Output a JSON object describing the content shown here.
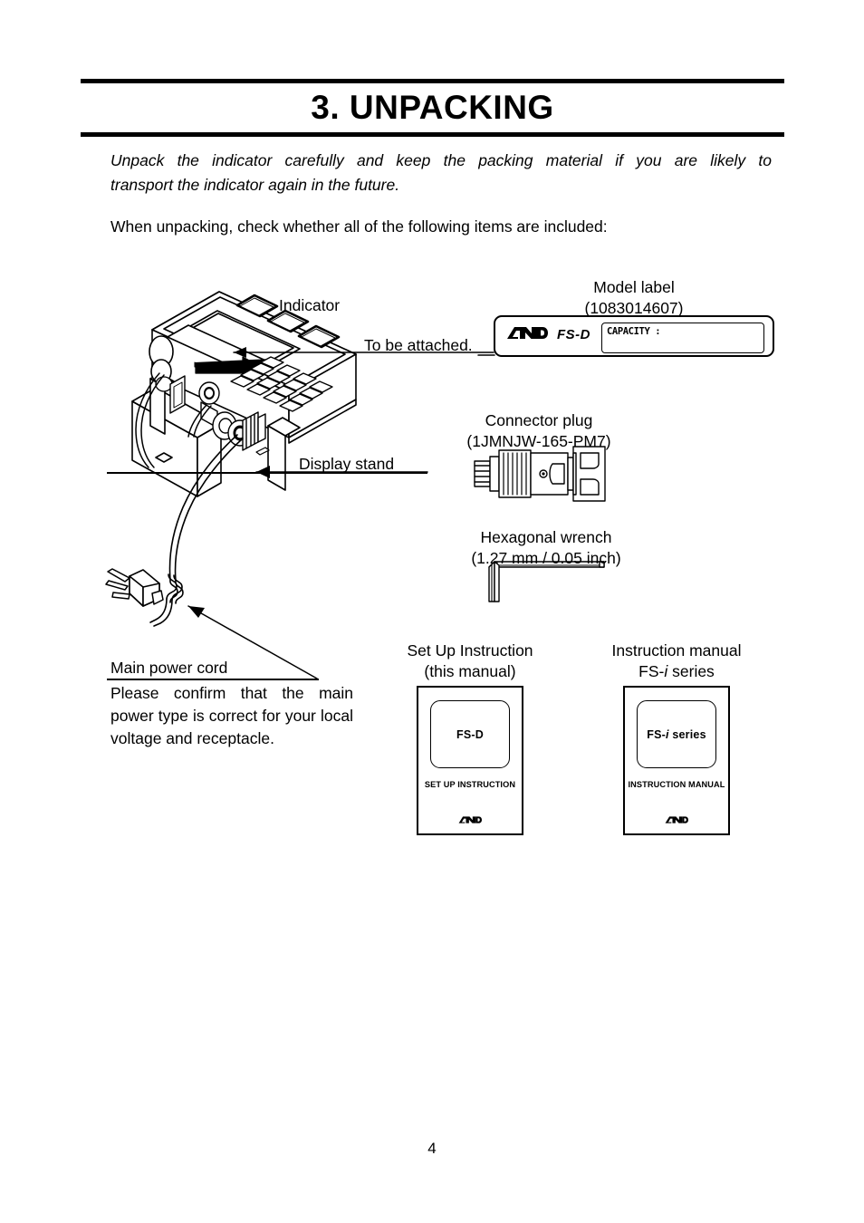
{
  "document": {
    "chapter_title": "3. UNPACKING",
    "page_number": "4",
    "intro_italic_line1": "Unpack the indicator carefully and keep the packing material if you are likely to",
    "intro_italic_line2": "transport the indicator again in the future.",
    "intro_check": "When unpacking, check whether all of the following items are included:"
  },
  "diagram": {
    "indicator_label": "Indicator",
    "to_be_attached_label": "To be attached.",
    "display_stand_label": "Display stand",
    "main_power_cord_label": "Main power cord",
    "model_label_title": "Model label",
    "model_label_partno": "(1083014607)",
    "connector_plug_title": "Connector plug",
    "connector_plug_partno": "(1JMNJW-165-PM7)",
    "hex_wrench_title": "Hexagonal wrench",
    "hex_wrench_size": "(1.27 mm / 0.05 inch)",
    "setup_instruction_title": "Set Up Instruction",
    "setup_instruction_sub": "(this manual)",
    "instruction_manual_title": "Instruction manual",
    "instruction_manual_sub_prefix": "FS-",
    "instruction_manual_sub_italic": "i",
    "instruction_manual_sub_suffix": " series"
  },
  "model_label": {
    "brand": "A&D",
    "model": "FS-D",
    "capacity_field": "CAPACITY :"
  },
  "booklets": [
    {
      "window_text": "FS-D",
      "subtitle": "SET UP INSTRUCTION",
      "brand": "A&D"
    },
    {
      "window_text_prefix": "FS-",
      "window_text_italic": "i",
      "window_text_suffix": " series",
      "subtitle": "INSTRUCTION MANUAL",
      "brand": "A&D"
    }
  ],
  "note": {
    "text": "Please confirm that the main power type is correct for your local voltage and receptacle."
  },
  "colors": {
    "ink": "#000000",
    "paper": "#ffffff"
  }
}
